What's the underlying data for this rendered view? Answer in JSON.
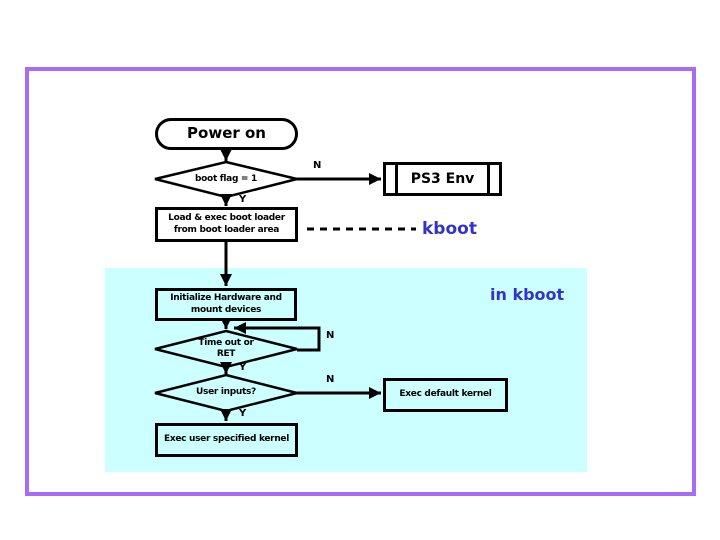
{
  "colors": {
    "frame_purple": "#a76bf5",
    "region_cyan": "#ccffff",
    "label_blue": "#3333cc",
    "line_black": "#000000"
  },
  "nodes": {
    "power_on": {
      "label": "Power on"
    },
    "boot_flag_decision": {
      "label": "boot flag = 1"
    },
    "ps3_env": {
      "label": "PS3 Env"
    },
    "load_boot_loader": {
      "line1": "Load & exec boot loader",
      "line2": "from boot loader area"
    },
    "initialize_hardware": {
      "line1": "Initialize Hardware and",
      "line2": "mount devices"
    },
    "timeout_decision": {
      "line1": "Time out or",
      "line2": "RET"
    },
    "user_inputs_decision": {
      "label": "User inputs?"
    },
    "exec_default_kernel": {
      "label": "Exec default kernel"
    },
    "exec_user_kernel": {
      "label": "Exec user specified kernel"
    }
  },
  "annotations": {
    "kboot": "kboot",
    "in_kboot": "in kboot"
  },
  "branch_labels": {
    "boot_flag_no": "N",
    "boot_flag_yes": "Y",
    "timeout_no": "N",
    "timeout_yes": "Y",
    "user_inputs_no": "N",
    "user_inputs_yes": "Y"
  }
}
